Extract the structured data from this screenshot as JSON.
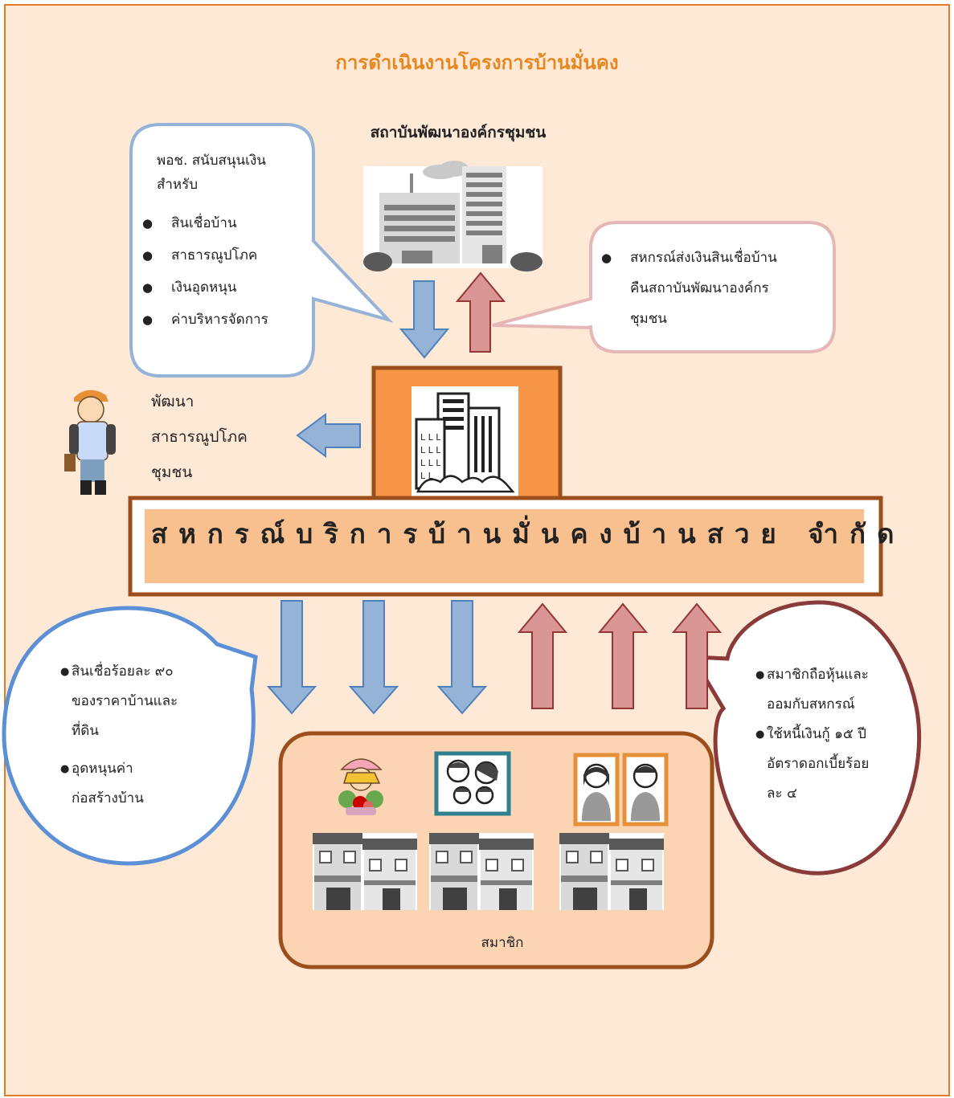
{
  "title": "การดำเนินงานโครงการบ้านมั่นคง",
  "org": {
    "name": "สถาบันพัฒนาองค์กรชุมชน"
  },
  "support_bubble": {
    "heading_line1": "พอช. สนับสนุนเงิน",
    "heading_line2": "สำหรับ",
    "items": [
      "สินเชื่อบ้าน",
      "สาธารณูปโภค",
      "เงินอุดหนุน",
      "ค่าบริหารจัดการ"
    ]
  },
  "repay_bubble": {
    "items": [
      "สหกรณ์ส่งเงินสินเชื่อบ้าน",
      "คืนสถาบันพัฒนาองค์กร",
      "ชุมชน"
    ]
  },
  "development": {
    "lines": [
      "พัฒนา",
      "สาธารณูปโภค",
      "ชุมชน"
    ]
  },
  "cooperative": {
    "name": "สหกรณ์บริการบ้านมั่นคงบ้านสวย จำกัด"
  },
  "loan_bubble": {
    "item1_lines": [
      "สินเชื่อร้อยละ ๙๐",
      "ของราคาบ้านและ",
      "ที่ดิน"
    ],
    "item2_lines": [
      "อุดหนุนค่า",
      "ก่อสร้างบ้าน"
    ]
  },
  "member_bubble": {
    "item1_lines": [
      "สมาชิกถือหุ้นและ",
      "ออมกับสหกรณ์"
    ],
    "item2_lines": [
      "ใช้หนี้เงินกู้ ๑๕ ปี",
      "อัตราดอกเบี้ยร้อย",
      "ละ ๔"
    ]
  },
  "members": {
    "label": "สมาชิก"
  },
  "colors": {
    "background": "#fde9d6",
    "title": "#e8861f",
    "blue_arrow": "#95b3d7",
    "pink_arrow": "#d99694",
    "coop_fill": "#f8c08f",
    "coop_border": "#9c4f1c",
    "blue_bubble_border": "#5b8fd6",
    "pink_bubble_border": "#e5b8b7",
    "maroon_bubble_border": "#8b3a3a"
  }
}
